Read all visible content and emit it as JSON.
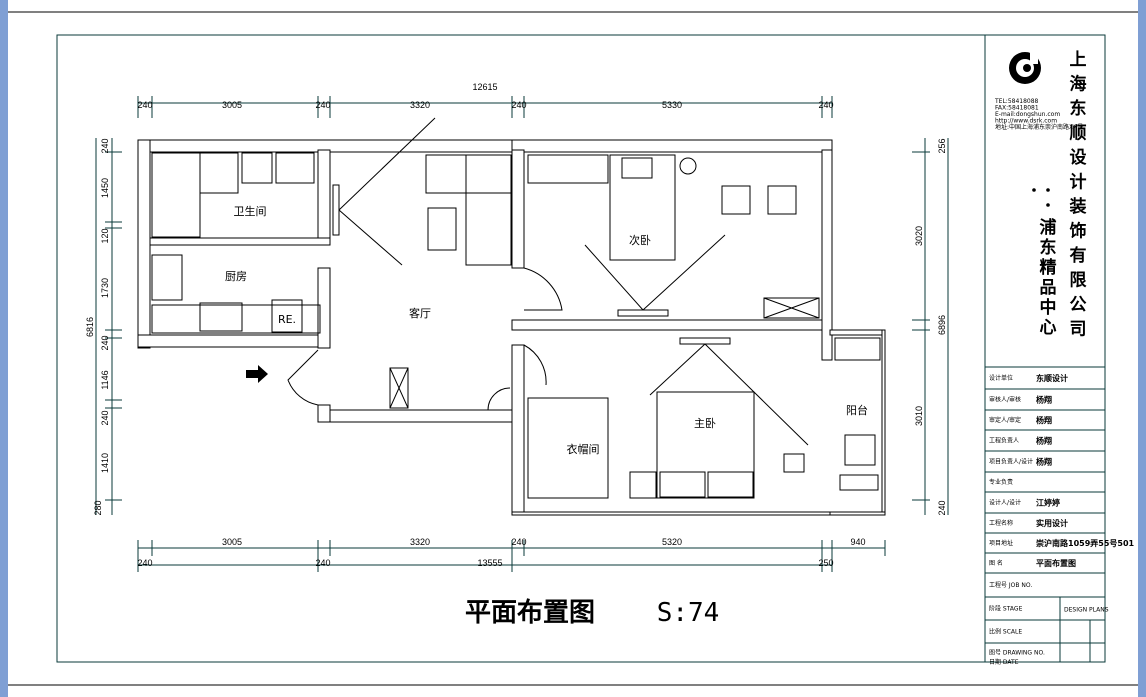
{
  "plan": {
    "title": "平面布置图",
    "scale": "S:74",
    "rooms": {
      "bathroom": "卫生间",
      "kitchen": "厨房",
      "living": "客厅",
      "second_bedroom": "次卧",
      "master_bedroom": "主卧",
      "closet": "衣帽间",
      "balcony": "阳台",
      "fridge": "RE."
    },
    "dims_top_total": "12615",
    "dims_top": [
      "240",
      "3005",
      "240",
      "3320",
      "240",
      "5330",
      "240"
    ],
    "dims_bottom": [
      "3005",
      "3320",
      "240",
      "5320",
      "940"
    ],
    "dims_bottom2": [
      "240",
      "240",
      "13555",
      "250"
    ],
    "dims_left_total": "6816",
    "dims_left": [
      "240",
      "1450",
      "120",
      "1730",
      "240",
      "1146",
      "240",
      "1410",
      "280"
    ],
    "dims_right_total": "6896",
    "dims_right": [
      "256",
      "3020",
      "3010",
      "240"
    ]
  },
  "title_block": {
    "company": [
      "上",
      "海",
      "东",
      "顺",
      "设",
      "计",
      "装",
      "饰",
      "有",
      "限",
      "公",
      "司"
    ],
    "branch": [
      "浦",
      "东",
      "精",
      "品",
      "中",
      "心"
    ],
    "contact": [
      "TEL:58418088",
      "FAX:58418081",
      "E-mail:dongshun.com",
      "http://www.dsrk.com",
      "地址:中国上海浦东崇沪南路XX号"
    ],
    "rows": [
      {
        "label": "设计单位",
        "value": "东顺设计"
      },
      {
        "label": "审核人/审核",
        "value": "杨翔"
      },
      {
        "label": "审定人/审定",
        "value": "杨翔"
      },
      {
        "label": "工程负责人",
        "value": "杨翔"
      },
      {
        "label": "项目负责人/设计",
        "value": "杨翔"
      },
      {
        "label": "专业负责",
        "value": ""
      },
      {
        "label": "设计人/设计",
        "value": "江婷婷"
      },
      {
        "label": "工程名称",
        "value": "实用设计"
      },
      {
        "label": "项目地址",
        "value": "崇沪南路1059弄55号501"
      },
      {
        "label": "图 名",
        "value": "平面布置图"
      },
      {
        "label": "工程号 JOB NO.",
        "value": ""
      },
      {
        "label": "阶段 STAGE",
        "value": "DESIGN PLANS"
      },
      {
        "label": "比例 SCALE",
        "value": ""
      },
      {
        "label": "图号 DRAWING NO.",
        "value": ""
      },
      {
        "label": "日期 DATE",
        "value": ""
      }
    ]
  }
}
